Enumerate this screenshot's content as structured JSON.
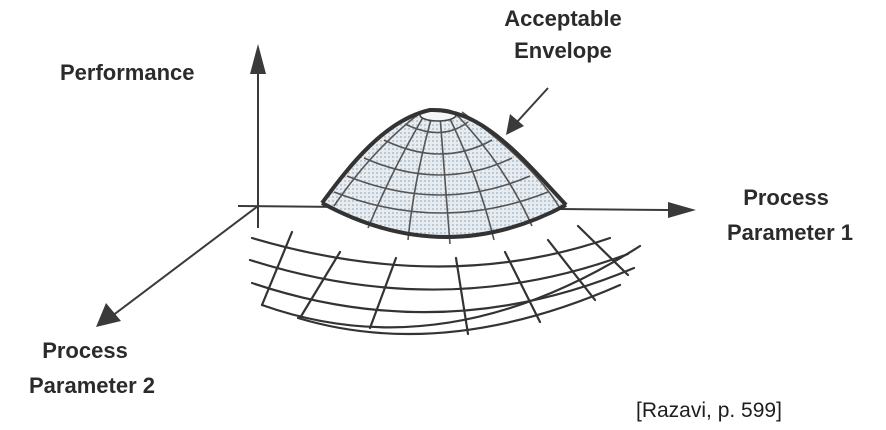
{
  "labels": {
    "performance": "Performance",
    "envelope_line1": "Acceptable",
    "envelope_line2": "Envelope",
    "param1_line1": "Process",
    "param1_line2": "Parameter 1",
    "param2_line1": "Process",
    "param2_line2": "Parameter 2"
  },
  "citation": "[Razavi, p. 599]",
  "colors": {
    "ink": "#333333",
    "envelope_fill": "#d6dee6",
    "background": "#ffffff"
  }
}
